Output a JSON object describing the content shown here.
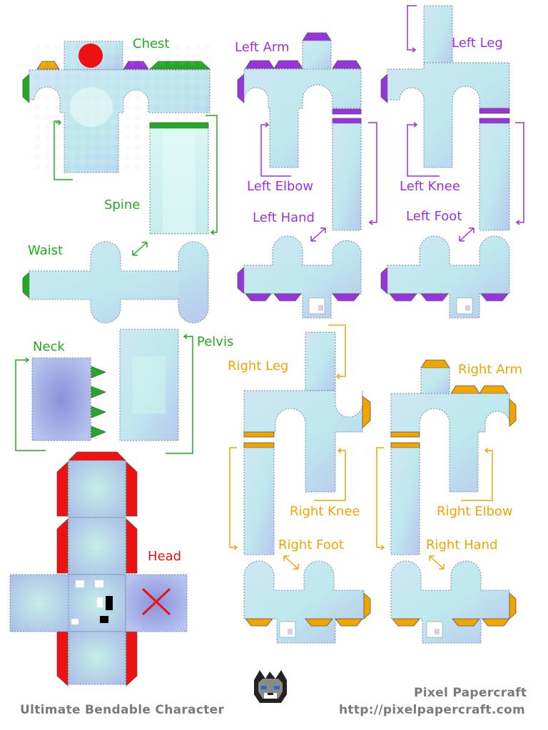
{
  "colors": {
    "chest_group": "#22aa22",
    "left_group": "#9933dd",
    "right_group": "#f0a500",
    "head_group": "#ee1111",
    "panel_fill": "#bcd8ee",
    "panel_light": "#c9f0ee",
    "panel_dark": "#9aa8e6",
    "outline": "#7a8a9a"
  },
  "labels": {
    "chest": "Chest",
    "spine": "Spine",
    "waist": "Waist",
    "neck": "Neck",
    "pelvis": "Pelvis",
    "head": "Head",
    "left_arm": "Left Arm",
    "left_elbow": "Left Elbow",
    "left_hand": "Left Hand",
    "left_leg": "Left Leg",
    "left_knee": "Left Knee",
    "left_foot": "Left Foot",
    "right_leg": "Right Leg",
    "right_knee": "Right Knee",
    "right_foot": "Right Foot",
    "right_arm": "Right Arm",
    "right_elbow": "Right Elbow",
    "right_hand": "Right Hand"
  },
  "footer": {
    "title": "Ultimate Bendable Character",
    "brand": "Pixel Papercraft",
    "url": "http://pixelpapercraft.com"
  },
  "icons": {
    "logo": "wolf-head-icon",
    "head_marker": "cross-icon",
    "chest_marker": "red-dot-icon"
  }
}
